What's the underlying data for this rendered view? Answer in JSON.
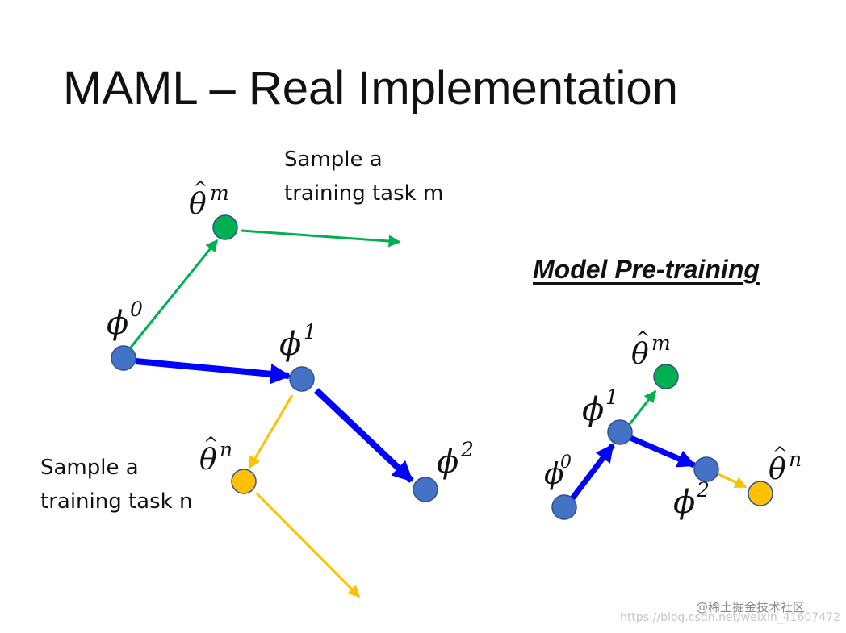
{
  "title": "MAML – Real Implementation",
  "captions": {
    "task_m": [
      "Sample a",
      "training task m"
    ],
    "task_n": [
      "Sample a",
      "training task n"
    ]
  },
  "section_label": "Model Pre-training",
  "symbols": {
    "phi": "ϕ",
    "theta": "θ",
    "hat": "^",
    "sup_0": "0",
    "sup_1": "1",
    "sup_2": "2",
    "sup_m": "m",
    "sup_n": "n"
  },
  "colors": {
    "blue_node": "#4472c4",
    "blue_arrow": "#0000ff",
    "green": "#00b050",
    "yellow": "#ffc000",
    "node_stroke": "#2f528f"
  },
  "watermark": {
    "line1": "@稀土掘金技术社区",
    "line2": "https://blog.csdn.net/weixin_41607472"
  }
}
